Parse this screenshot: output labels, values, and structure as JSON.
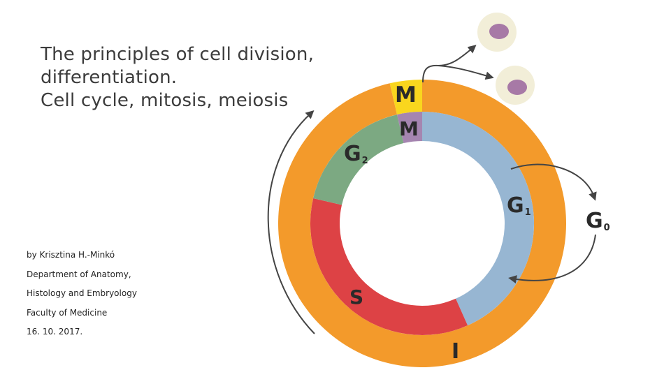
{
  "title": {
    "lines": [
      "The principles of cell division,",
      "differentiation.",
      "Cell cycle, mitosis, meiosis"
    ]
  },
  "credits": {
    "author": "by Krisztina H.-Minkó",
    "dept_line1": "Department of Anatomy,",
    "dept_line2": "Histology and Embryology",
    "faculty": "Faculty of Medicine",
    "date": "16. 10. 2017."
  },
  "cycle_diagram": {
    "outer_ring_labels": {
      "mitosis": "M",
      "interphase": "I"
    },
    "inner_ring_labels": {
      "mitosis": "M",
      "g1": "G",
      "g1_sub": "1",
      "s": "S",
      "g2": "G",
      "g2_sub": "2"
    },
    "quiescent": {
      "label": "G",
      "sub": "0"
    },
    "colors": {
      "interphase_ring": "#F39A2B",
      "mitosis_outer": "#F9D61E",
      "mitosis_inner": "#A585B0",
      "g1": "#97B6D2",
      "s": "#DD4245",
      "g2": "#7CA982",
      "daughter_cell": "#F2EED8",
      "nucleus": "#A779A6",
      "arrow": "#444444"
    }
  }
}
